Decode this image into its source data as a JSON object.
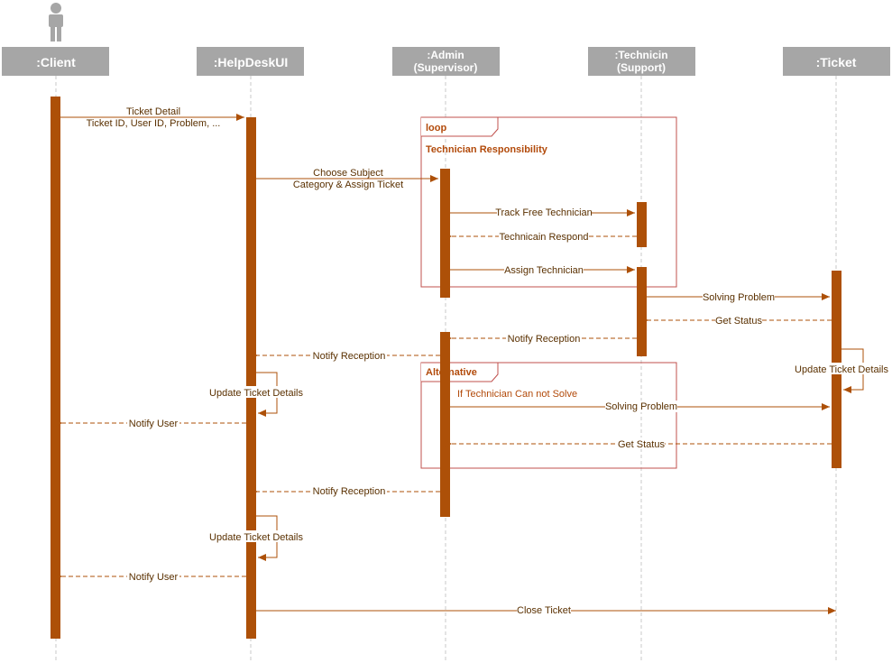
{
  "colors": {
    "accent": "#ad5008",
    "header_bg": "#a6a6a6",
    "header_text": "#ffffff",
    "lifeline": "#c8c8c8",
    "frame": "#c0504d",
    "text": "#5a3000",
    "frame_text": "#b24a0a"
  },
  "actor_icon": "person-icon",
  "participants": [
    {
      "name": ":Client"
    },
    {
      "name": ":HelpDeskUI"
    },
    {
      "name": ":Admin",
      "sub": "(Supervisor)"
    },
    {
      "name": ":Technicin",
      "sub": "(Support)"
    },
    {
      "name": ":Ticket"
    }
  ],
  "frames": {
    "loop": {
      "tag": "loop",
      "guard": "Technician Responsibility"
    },
    "alt": {
      "tag": "Alternative",
      "guard": "If Technician Can not Solve"
    }
  },
  "messages": {
    "ticket_detail": [
      "Ticket Detail",
      "Ticket ID, User ID, Problem, ..."
    ],
    "choose_subject": [
      "Choose Subject",
      "Category & Assign Ticket"
    ],
    "track_free": "Track Free Technician",
    "tech_respond": "Technicain Respond",
    "assign_tech": "Assign Technician",
    "solving_1": "Solving Problem",
    "get_status_1": "Get Status",
    "notify_reception_1": "Notify Reception",
    "notify_reception_2": "Notify Reception",
    "update_ticket_1": "Update Ticket Details",
    "update_ticket_2": "Update Ticket Details",
    "update_ticket_3": "Update Ticket Details",
    "notify_user_1": "Notify User",
    "notify_user_2": "Notify User",
    "solving_2": "Solving Problem",
    "get_status_2": "Get Status",
    "close_ticket": "Close Ticket"
  }
}
